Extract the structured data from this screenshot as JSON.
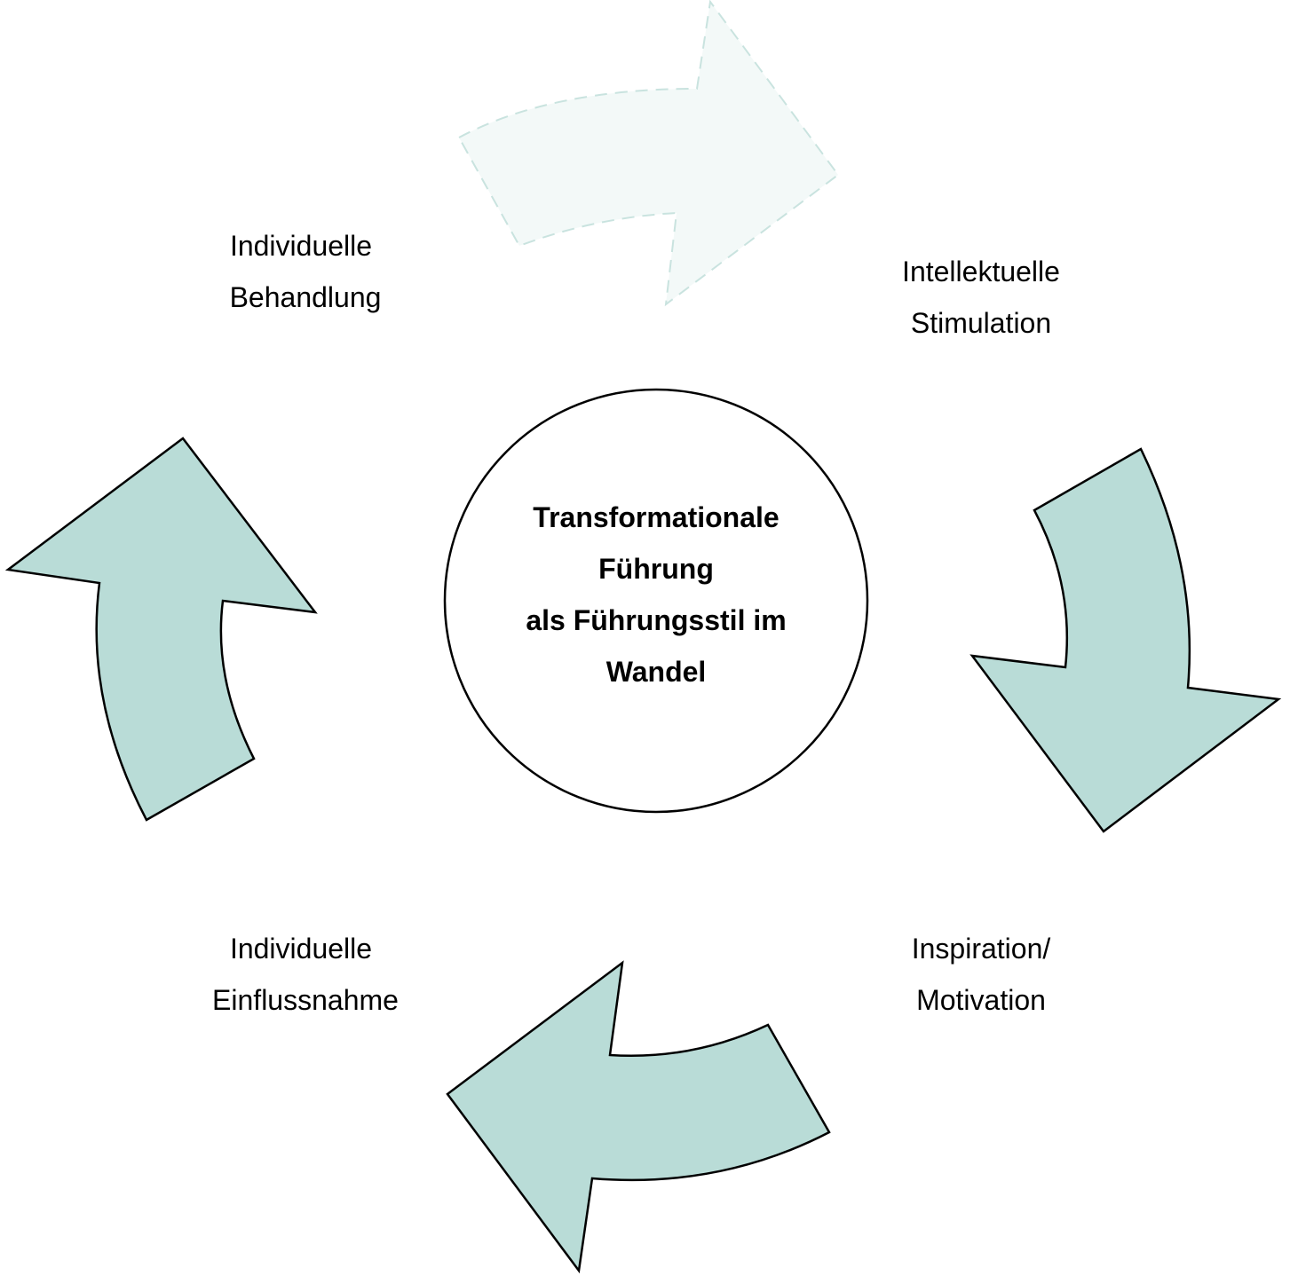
{
  "center": {
    "lines": [
      "Transformationale",
      "Führung",
      "als Führungsstil im",
      "Wandel"
    ]
  },
  "labels": {
    "top_left": [
      "Individuelle",
      "Behandlung"
    ],
    "top_right": [
      "Intellektuelle",
      "Stimulation"
    ],
    "bottom_right": [
      "Inspiration/",
      "Motivation"
    ],
    "bottom_left": [
      "Individuelle",
      "Einflussnahme"
    ]
  },
  "colors": {
    "arrow_fill": "#b9dcd7",
    "arrow_faded_fill": "#f3f9f8",
    "arrow_faded_stroke": "#c9e3df",
    "outline": "#000000"
  },
  "icons": {
    "arrow_top": "curved-arrow-right-icon",
    "arrow_right": "curved-arrow-down-icon",
    "arrow_bottom": "curved-arrow-left-icon",
    "arrow_left": "curved-arrow-up-icon"
  }
}
